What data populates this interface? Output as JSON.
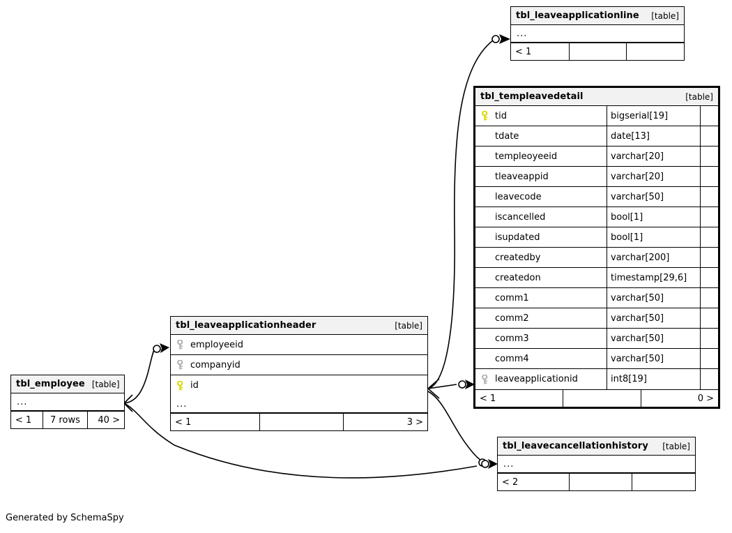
{
  "diagram": {
    "credit": "Generated by SchemaSpy",
    "table_tag": "[table]",
    "ellipsis": "...",
    "colors": {
      "primary_key": "#d8d800",
      "foreign_key": "#b0b0b0",
      "header_bg": "#f2f2f2",
      "border": "#000000",
      "background": "#ffffff"
    }
  },
  "tables": {
    "leaveapplicationline": {
      "name": "tbl_leaveapplicationline",
      "tag": "[table]",
      "footer": [
        "< 1",
        "",
        ""
      ]
    },
    "templeavedetail": {
      "name": "tbl_templeavedetail",
      "tag": "[table]",
      "columns": [
        {
          "name": "tid",
          "type": "bigserial[19]",
          "key": "primary"
        },
        {
          "name": "tdate",
          "type": "date[13]",
          "key": "none"
        },
        {
          "name": "templeoyeeid",
          "type": "varchar[20]",
          "key": "none"
        },
        {
          "name": "tleaveappid",
          "type": "varchar[20]",
          "key": "none"
        },
        {
          "name": "leavecode",
          "type": "varchar[50]",
          "key": "none"
        },
        {
          "name": "iscancelled",
          "type": "bool[1]",
          "key": "none"
        },
        {
          "name": "isupdated",
          "type": "bool[1]",
          "key": "none"
        },
        {
          "name": "createdby",
          "type": "varchar[200]",
          "key": "none"
        },
        {
          "name": "createdon",
          "type": "timestamp[29,6]",
          "key": "none"
        },
        {
          "name": "comm1",
          "type": "varchar[50]",
          "key": "none"
        },
        {
          "name": "comm2",
          "type": "varchar[50]",
          "key": "none"
        },
        {
          "name": "comm3",
          "type": "varchar[50]",
          "key": "none"
        },
        {
          "name": "comm4",
          "type": "varchar[50]",
          "key": "none"
        },
        {
          "name": "leaveapplicationid",
          "type": "int8[19]",
          "key": "foreign"
        }
      ],
      "footer": [
        "< 1",
        "",
        "0 >"
      ]
    },
    "leaveapplicationheader": {
      "name": "tbl_leaveapplicationheader",
      "tag": "[table]",
      "columns": [
        {
          "name": "employeeid",
          "key": "foreign"
        },
        {
          "name": "companyid",
          "key": "foreign"
        },
        {
          "name": "id",
          "key": "primary"
        }
      ],
      "footer": [
        "< 1",
        "",
        "3 >"
      ]
    },
    "employee": {
      "name": "tbl_employee",
      "tag": "[table]",
      "footer": [
        "< 1",
        "7 rows",
        "40 >"
      ]
    },
    "leavecancellationhistory": {
      "name": "tbl_leavecancellationhistory",
      "tag": "[table]",
      "footer": [
        "< 2",
        "",
        ""
      ]
    }
  }
}
